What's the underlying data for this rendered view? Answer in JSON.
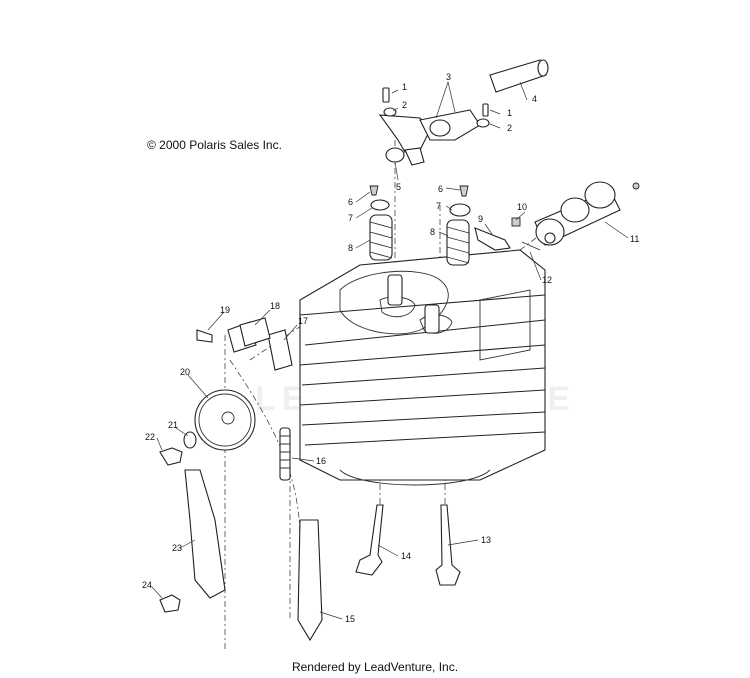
{
  "copyright": "© 2000 Polaris Sales Inc.",
  "credit": "Rendered by LeadVenture, Inc.",
  "callouts": [
    "1",
    "2",
    "3",
    "1",
    "2",
    "4",
    "5",
    "6",
    "6",
    "7",
    "7",
    "8",
    "8",
    "9",
    "10",
    "11",
    "12",
    "13",
    "14",
    "15",
    "16",
    "17",
    "18",
    "19",
    "20",
    "21",
    "22",
    "23",
    "24"
  ]
}
